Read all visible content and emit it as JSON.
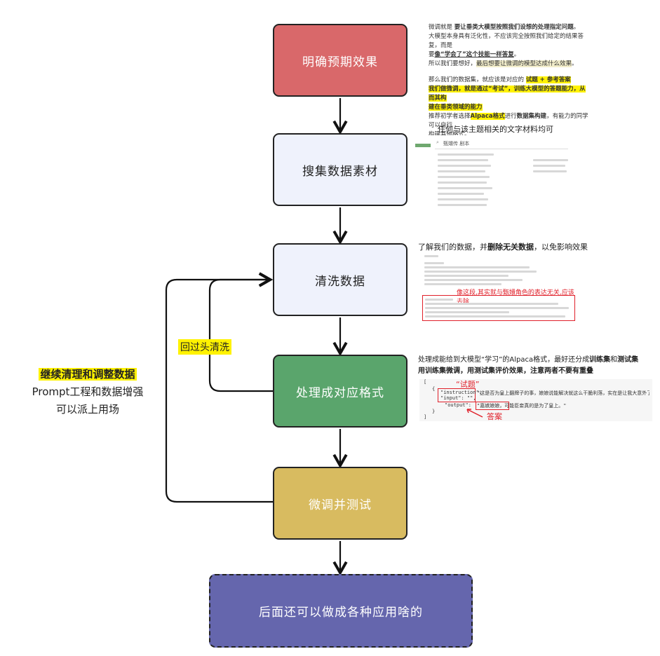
{
  "boxes": {
    "b1": "明确预期效果",
    "b2": "搜集数据素材",
    "b3": "清洗数据",
    "b4": "处理成对应格式",
    "b5": "微调并测试",
    "b6": "后面还可以做成各种应用啥的"
  },
  "feedback": {
    "loop_tag": "回过头清洗",
    "left_title": "继续清理和调整数据",
    "left_line1": "Prompt工程和数据增强",
    "left_line2": "可以派上用场"
  },
  "note1": {
    "l1a": "微调就是 ",
    "l1b": "要让垂类大模型按照我们设想的处理指定问题",
    "l1c": "。",
    "l2": "大模型本身具有泛化性，不应该完全按照我们给定的结果答复，而是",
    "l3a": "要",
    "l3b": "像“学会了”这个技能一样答复",
    "l3c": "。",
    "l4a": "所以我们要想好，",
    "l4b": "最后想要让微调的模型达成什么效果",
    "l4c": "。",
    "l5a": "那么我们的数据集，就应该是对应的 ",
    "l5b": "试题 + 参考答案",
    "l6": "我们做微调，就是通过“考试”，训练大模型的答题能力，从而其构",
    "l7": "建在垂类领域的能力",
    "l8a": "推荐初学者选择",
    "l8b": "Alpaca格式",
    "l8c": "进行",
    "l8d": "数据集构建",
    "l8e": "，有能力的同学可以自行",
    "l9": "构建其他格式。"
  },
  "note2": {
    "caption": "任何与该主题相关的文字材料均可",
    "search_query": "甄嬛传 剧本"
  },
  "note3": {
    "caption_a": "了解我们的数据，并",
    "caption_b": "删除无关数据",
    "caption_c": "，以免影响效果",
    "remove_note": "像这段,其实就与甄嬛角色的表达无关,应该去除"
  },
  "note4": {
    "l1a": "处理成能给到大模型“学习”的Alpaca格式，最好还分成",
    "l1b": "训练集",
    "l1c": "和",
    "l1d": "测试集",
    "l2a": "用训练集微调，用测试集评价效果，注意两者不要有重叠",
    "label_question": "“试题”",
    "label_answer": "答案",
    "code_open": "[",
    "code_brace": "{",
    "code_instruction": "\"instruction\":",
    "code_instruction_val": "\"这是否为皇上翻牌子的事，娘娘说能解决就这么干脆利落，实在是让我大意外了。\",",
    "code_input": "\"input\": \"\",",
    "code_output": "\"output\":",
    "code_output_val": "\"嘉嫔娘娘，可能臣妾真的是为了皇上。\"",
    "code_close_brace": "}",
    "code_close": "]"
  }
}
